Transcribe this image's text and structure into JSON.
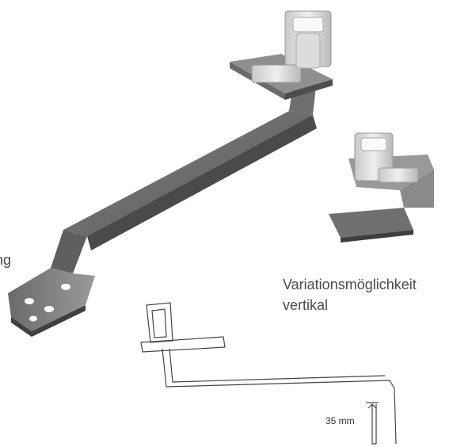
{
  "labels": {
    "cropped_left": "ng",
    "variation_line1": "Variationsmöglichkeit",
    "variation_line2": "vertikal",
    "dimension": "35 mm"
  },
  "colors": {
    "metal_dark": "#5b5b5b",
    "metal_mid": "#7a7a7a",
    "metal_light": "#9c9c9c",
    "clip_light": "#d8d8d8",
    "line_art": "#444444"
  }
}
